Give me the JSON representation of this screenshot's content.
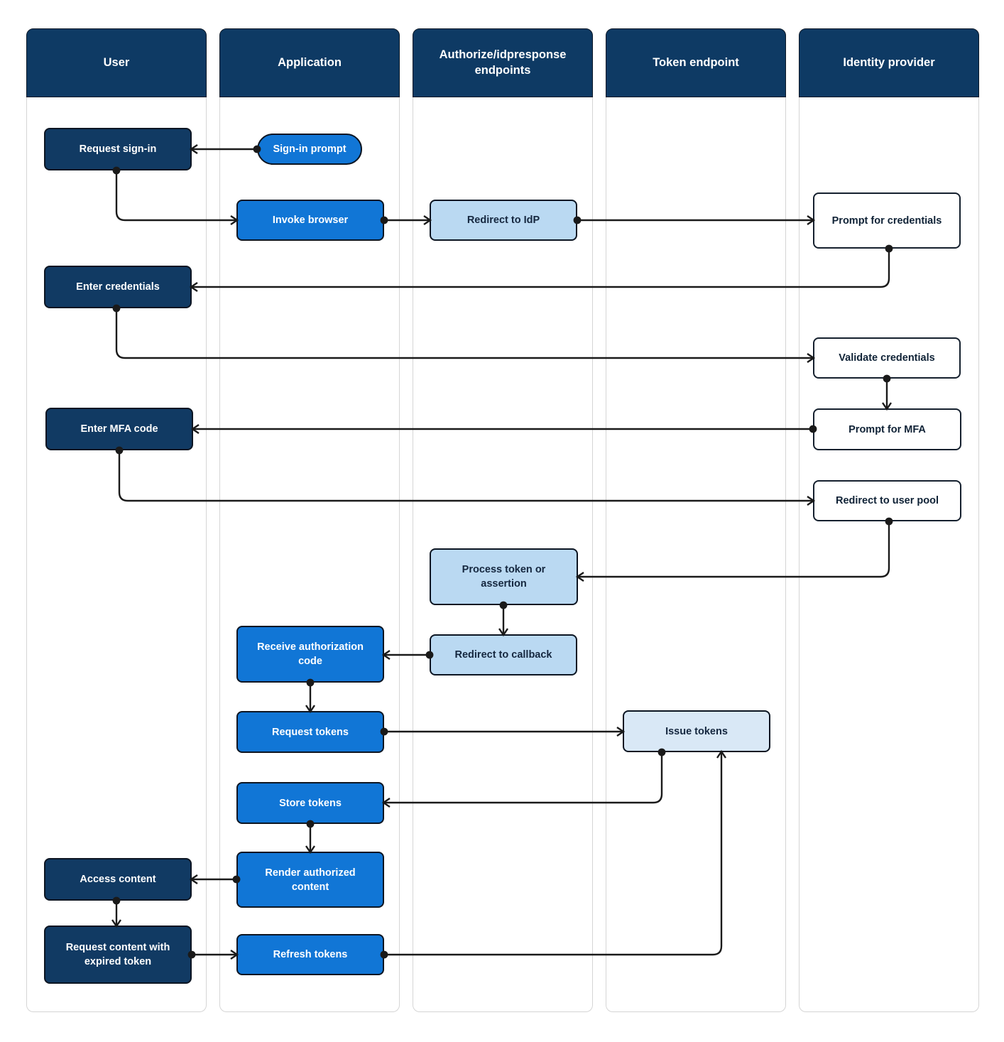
{
  "diagram": {
    "type": "swimlane-flowchart",
    "colors": {
      "lane_header_navy": "#0e3a64",
      "node_navy": "#113a63",
      "node_blue": "#1176d6",
      "node_light_blue": "#bad9f2",
      "node_pale_blue": "#d9e8f6",
      "node_white": "#ffffff",
      "edge_black": "#1a1a1a",
      "lane_border_gray": "#d5d5d5"
    },
    "lanes": [
      {
        "id": "user",
        "label": "User"
      },
      {
        "id": "application",
        "label": "Application"
      },
      {
        "id": "authorize-endpoints",
        "label": "Authorize/idpresponse endpoints"
      },
      {
        "id": "token-endpoint",
        "label": "Token endpoint"
      },
      {
        "id": "identity-provider",
        "label": "Identity provider"
      }
    ],
    "nodes": [
      {
        "id": "request-sign-in",
        "lane": "user",
        "shape": "rect",
        "fill": "navy",
        "label": "Request sign-in"
      },
      {
        "id": "enter-credentials",
        "lane": "user",
        "shape": "rect",
        "fill": "navy",
        "label": "Enter credentials"
      },
      {
        "id": "enter-mfa-code",
        "lane": "user",
        "shape": "rect",
        "fill": "navy",
        "label": "Enter MFA code"
      },
      {
        "id": "access-content",
        "lane": "user",
        "shape": "rect",
        "fill": "navy",
        "label": "Access content"
      },
      {
        "id": "request-content-with-expired-token",
        "lane": "user",
        "shape": "rect",
        "fill": "navy",
        "label": "Request content with expired token"
      },
      {
        "id": "sign-in-prompt",
        "lane": "application",
        "shape": "stadium",
        "fill": "blue",
        "label": "Sign-in prompt"
      },
      {
        "id": "invoke-browser",
        "lane": "application",
        "shape": "rect",
        "fill": "blue",
        "label": "Invoke browser"
      },
      {
        "id": "receive-authorization-code",
        "lane": "application",
        "shape": "rect",
        "fill": "blue",
        "label": "Receive authorization code"
      },
      {
        "id": "request-tokens",
        "lane": "application",
        "shape": "rect",
        "fill": "blue",
        "label": "Request tokens"
      },
      {
        "id": "store-tokens",
        "lane": "application",
        "shape": "rect",
        "fill": "blue",
        "label": "Store tokens"
      },
      {
        "id": "render-authorized-content",
        "lane": "application",
        "shape": "rect",
        "fill": "blue",
        "label": "Render authorized content"
      },
      {
        "id": "refresh-tokens",
        "lane": "application",
        "shape": "rect",
        "fill": "blue",
        "label": "Refresh tokens"
      },
      {
        "id": "redirect-to-idp",
        "lane": "authorize-endpoints",
        "shape": "rect",
        "fill": "lightblue",
        "label": "Redirect to IdP"
      },
      {
        "id": "process-token-or-assertion",
        "lane": "authorize-endpoints",
        "shape": "rect",
        "fill": "lightblue",
        "label": "Process token or assertion"
      },
      {
        "id": "redirect-to-callback",
        "lane": "authorize-endpoints",
        "shape": "rect",
        "fill": "lightblue",
        "label": "Redirect to callback"
      },
      {
        "id": "issue-tokens",
        "lane": "token-endpoint",
        "shape": "rect",
        "fill": "paleblue",
        "label": "Issue tokens"
      },
      {
        "id": "prompt-for-credentials",
        "lane": "identity-provider",
        "shape": "rect",
        "fill": "white",
        "label": "Prompt for credentials"
      },
      {
        "id": "validate-credentials",
        "lane": "identity-provider",
        "shape": "rect",
        "fill": "white",
        "label": "Validate credentials"
      },
      {
        "id": "prompt-for-mfa",
        "lane": "identity-provider",
        "shape": "rect",
        "fill": "white",
        "label": "Prompt for MFA"
      },
      {
        "id": "redirect-to-user-pool",
        "lane": "identity-provider",
        "shape": "rect",
        "fill": "white",
        "label": "Redirect to user pool"
      }
    ],
    "edges": [
      {
        "from": "sign-in-prompt",
        "to": "request-sign-in"
      },
      {
        "from": "request-sign-in",
        "to": "invoke-browser"
      },
      {
        "from": "invoke-browser",
        "to": "redirect-to-idp"
      },
      {
        "from": "redirect-to-idp",
        "to": "prompt-for-credentials"
      },
      {
        "from": "prompt-for-credentials",
        "to": "enter-credentials"
      },
      {
        "from": "enter-credentials",
        "to": "validate-credentials"
      },
      {
        "from": "validate-credentials",
        "to": "prompt-for-mfa"
      },
      {
        "from": "prompt-for-mfa",
        "to": "enter-mfa-code"
      },
      {
        "from": "enter-mfa-code",
        "to": "redirect-to-user-pool"
      },
      {
        "from": "redirect-to-user-pool",
        "to": "process-token-or-assertion"
      },
      {
        "from": "process-token-or-assertion",
        "to": "redirect-to-callback"
      },
      {
        "from": "redirect-to-callback",
        "to": "receive-authorization-code"
      },
      {
        "from": "receive-authorization-code",
        "to": "request-tokens"
      },
      {
        "from": "request-tokens",
        "to": "issue-tokens"
      },
      {
        "from": "issue-tokens",
        "to": "store-tokens"
      },
      {
        "from": "store-tokens",
        "to": "render-authorized-content"
      },
      {
        "from": "render-authorized-content",
        "to": "access-content"
      },
      {
        "from": "access-content",
        "to": "request-content-with-expired-token"
      },
      {
        "from": "request-content-with-expired-token",
        "to": "refresh-tokens"
      },
      {
        "from": "refresh-tokens",
        "to": "issue-tokens"
      }
    ]
  }
}
